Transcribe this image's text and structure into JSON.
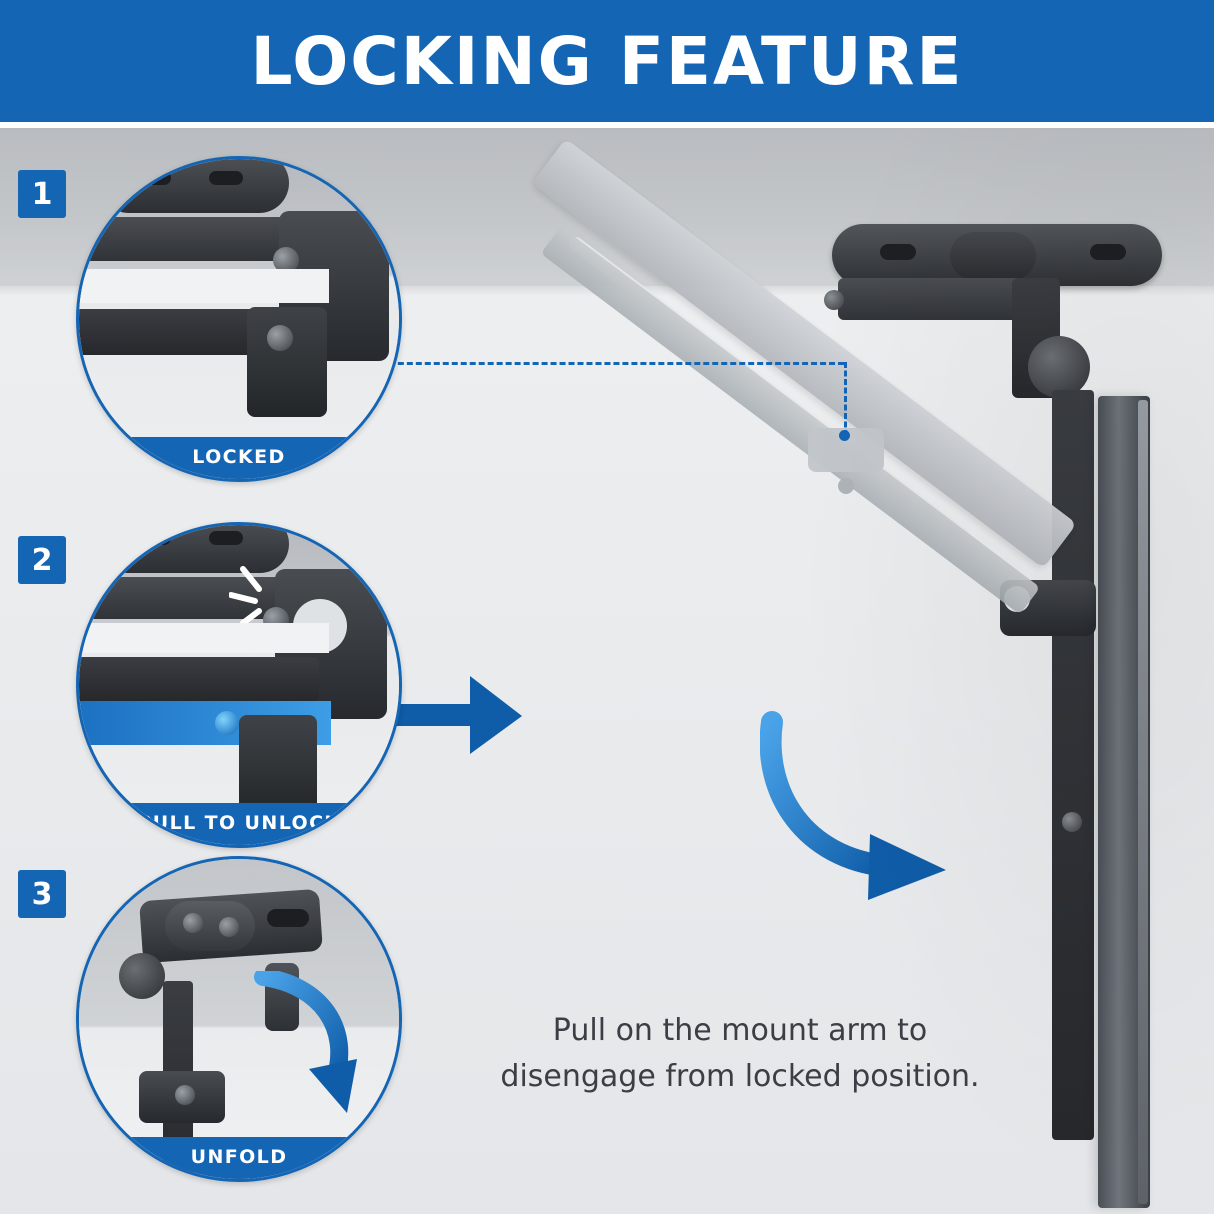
{
  "header": {
    "title": "LOCKING FEATURE"
  },
  "steps": [
    {
      "number": "1",
      "label": "LOCKED"
    },
    {
      "number": "2",
      "label": "PULL TO UNLOCK"
    },
    {
      "number": "3",
      "label": "UNFOLD"
    }
  ],
  "caption": {
    "line1": "Pull on the mount arm to",
    "line2": "disengage from locked position."
  },
  "colors": {
    "brand_blue": "#1565b5",
    "header_text": "#ffffff",
    "caption_text": "#3b3f45",
    "background": "#f2f3f5",
    "wall_grey": "#b9bcc0",
    "hardware_dark": "#3a3d42",
    "ghost_arm": "#c4c8cc"
  },
  "icons": {
    "callout_arrow": "arrow-right-icon",
    "curved_arrow": "curved-arrow-down-right-icon",
    "unfold_arrow": "curved-arrow-icon",
    "leader_line": "dashed-leader-line"
  }
}
